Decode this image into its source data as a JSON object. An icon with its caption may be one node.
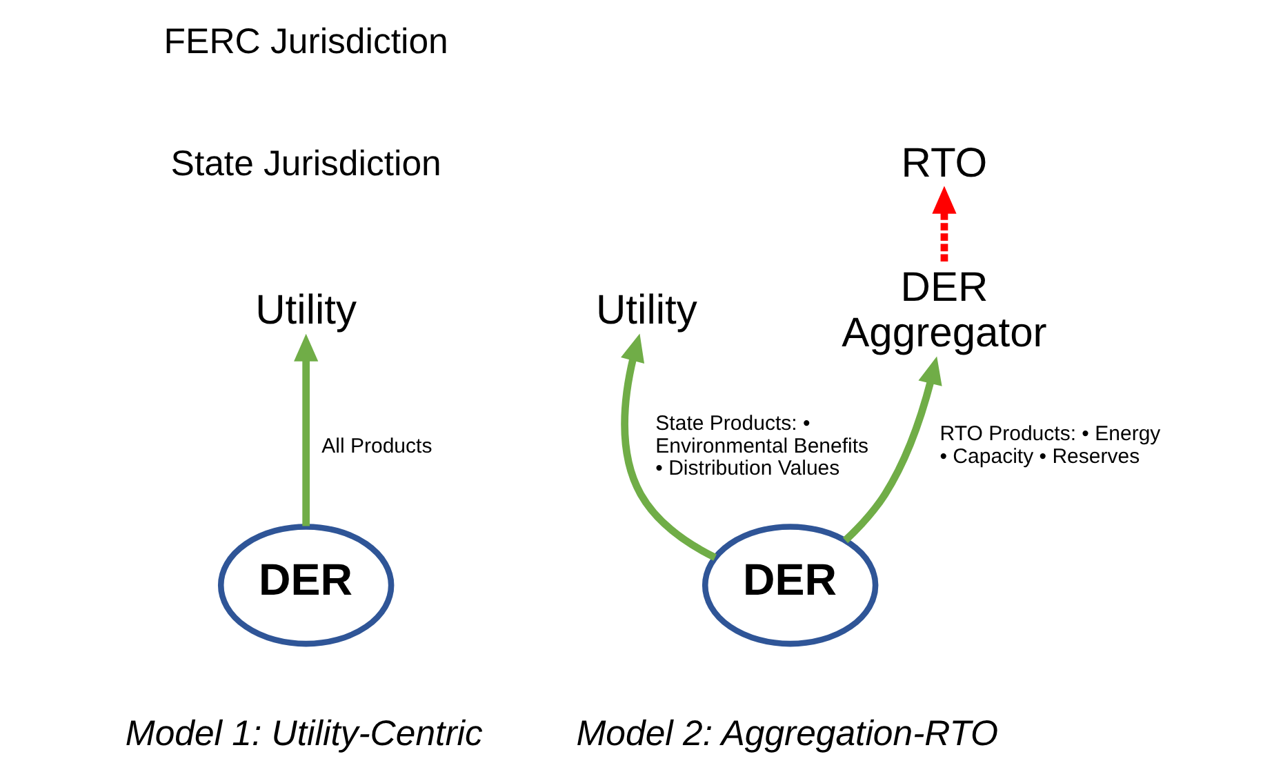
{
  "diagram": {
    "nodes": [
      {
        "text": [
          "DER"
        ]
      },
      {
        "text": [
          "Utility"
        ]
      },
      {
        "text": [
          "DER"
        ]
      },
      {
        "text": [
          "Utility"
        ]
      },
      {
        "text": [
          "DER Aggregator"
        ]
      },
      {
        "text": [
          "RTO"
        ]
      }
    ],
    "edges": [
      {
        "from": 0,
        "to": 1,
        "arrow": "to",
        "label": "All Products"
      },
      {
        "from": 2,
        "to": 3,
        "arrow": "to",
        "label": "State Products: • Environmental Benefits • Distribution Values"
      },
      {
        "from": 2,
        "to": 4,
        "arrow": "to",
        "label": "RTO Products: • Energy • Capacity • Reserves"
      },
      {
        "from": 4,
        "to": 5,
        "arrow": "to",
        "style": "dashed",
        "color": "#ff0000"
      }
    ],
    "labels": [
      "Model 1: Utility-Centric",
      "Model 2: Aggregation-RTO"
    ],
    "legend": [
      {
        "text": "FERC Jurisdiction"
      },
      {
        "text": "State Jurisdiction"
      }
    ]
  }
}
